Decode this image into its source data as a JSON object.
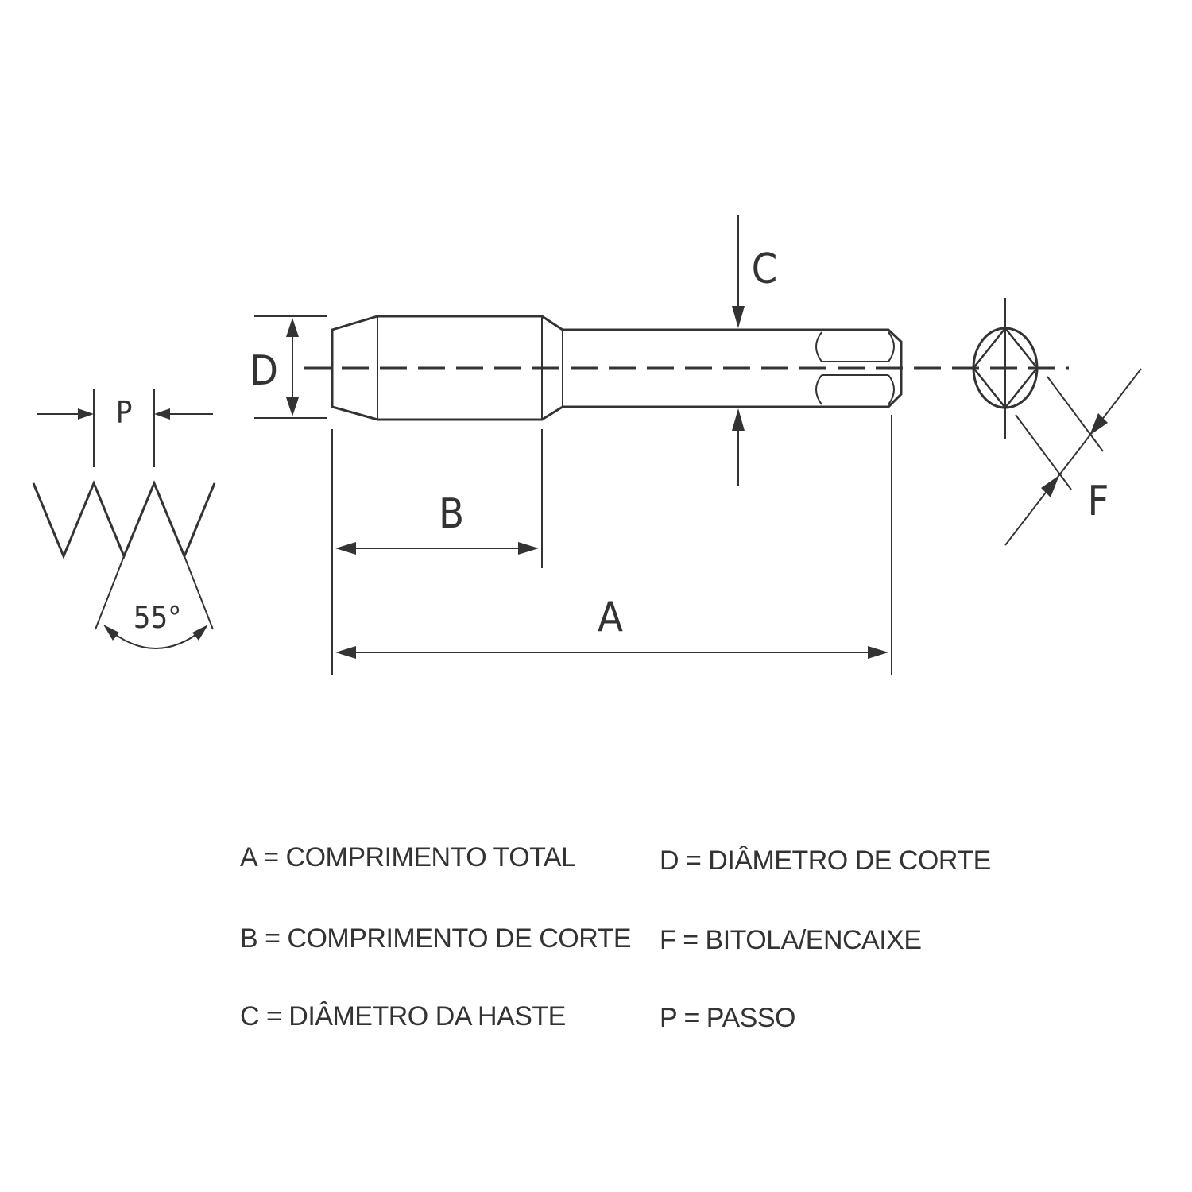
{
  "labels": {
    "A": "A",
    "B": "B",
    "C": "C",
    "D": "D",
    "F": "F",
    "P": "P",
    "angle": "55°"
  },
  "legend": [
    "A = COMPRIMENTO TOTAL",
    "B = COMPRIMENTO DE CORTE",
    "C = DIÂMETRO DA HASTE",
    "D = DIÂMETRO DE CORTE",
    "F = BITOLA/ENCAIXE",
    "P = PASSO"
  ]
}
